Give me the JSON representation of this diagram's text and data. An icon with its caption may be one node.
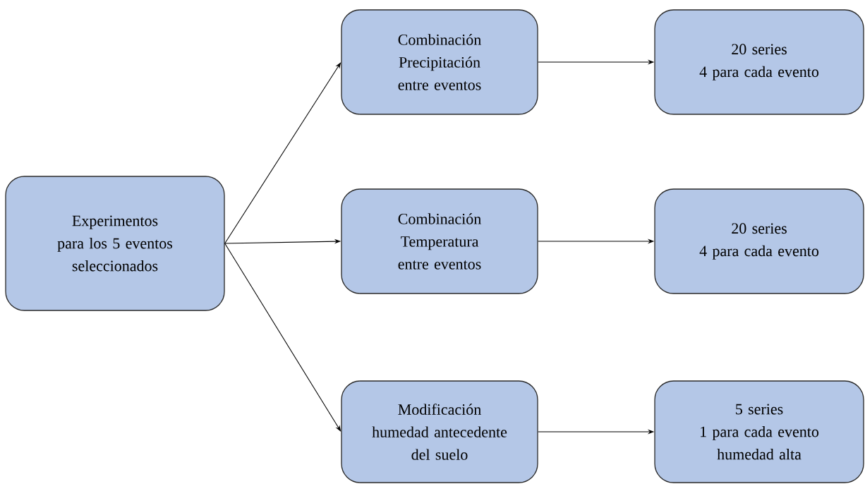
{
  "diagram": {
    "nodes": [
      {
        "text": [
          "Experimentos para los 5 eventos seleccionados"
        ]
      },
      {
        "text": [
          "Combinación Precipitación entre eventos"
        ]
      },
      {
        "text": [
          "Combinación Temperatura entre eventos"
        ]
      },
      {
        "text": [
          "Modificación humedad antecedente del suelo"
        ]
      },
      {
        "text": [
          "20 series",
          "4 para cada evento"
        ]
      },
      {
        "text": [
          "20 series",
          "4 para cada evento"
        ]
      },
      {
        "text": [
          "5 series",
          "1 para cada evento",
          "humedad alta"
        ]
      }
    ],
    "edges": [
      {
        "from": 0,
        "to": 1,
        "arrow": "to"
      },
      {
        "from": 0,
        "to": 2,
        "arrow": "to"
      },
      {
        "from": 0,
        "to": 3,
        "arrow": "to"
      },
      {
        "from": 1,
        "to": 4,
        "arrow": "to"
      },
      {
        "from": 2,
        "to": 5,
        "arrow": "to"
      },
      {
        "from": 3,
        "to": 6,
        "arrow": "to"
      }
    ]
  }
}
